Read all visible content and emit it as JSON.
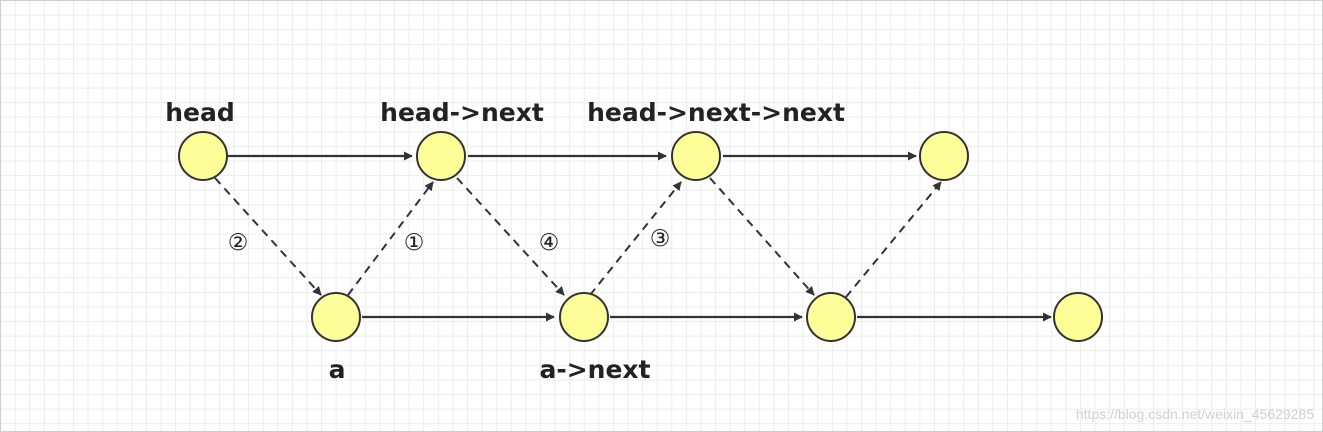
{
  "labels": {
    "head": "head",
    "head_next": "head->next",
    "head_next_next": "head->next->next",
    "a": "a",
    "a_next": "a->next"
  },
  "steps": {
    "s1": "①",
    "s2": "②",
    "s3": "③",
    "s4": "④"
  },
  "watermark": "https://blog.csdn.net/weixin_45629285",
  "colors": {
    "node_fill": "#ffff99",
    "node_stroke": "#333333",
    "solid_edge": "#333333",
    "dashed_edge": "#333333"
  }
}
